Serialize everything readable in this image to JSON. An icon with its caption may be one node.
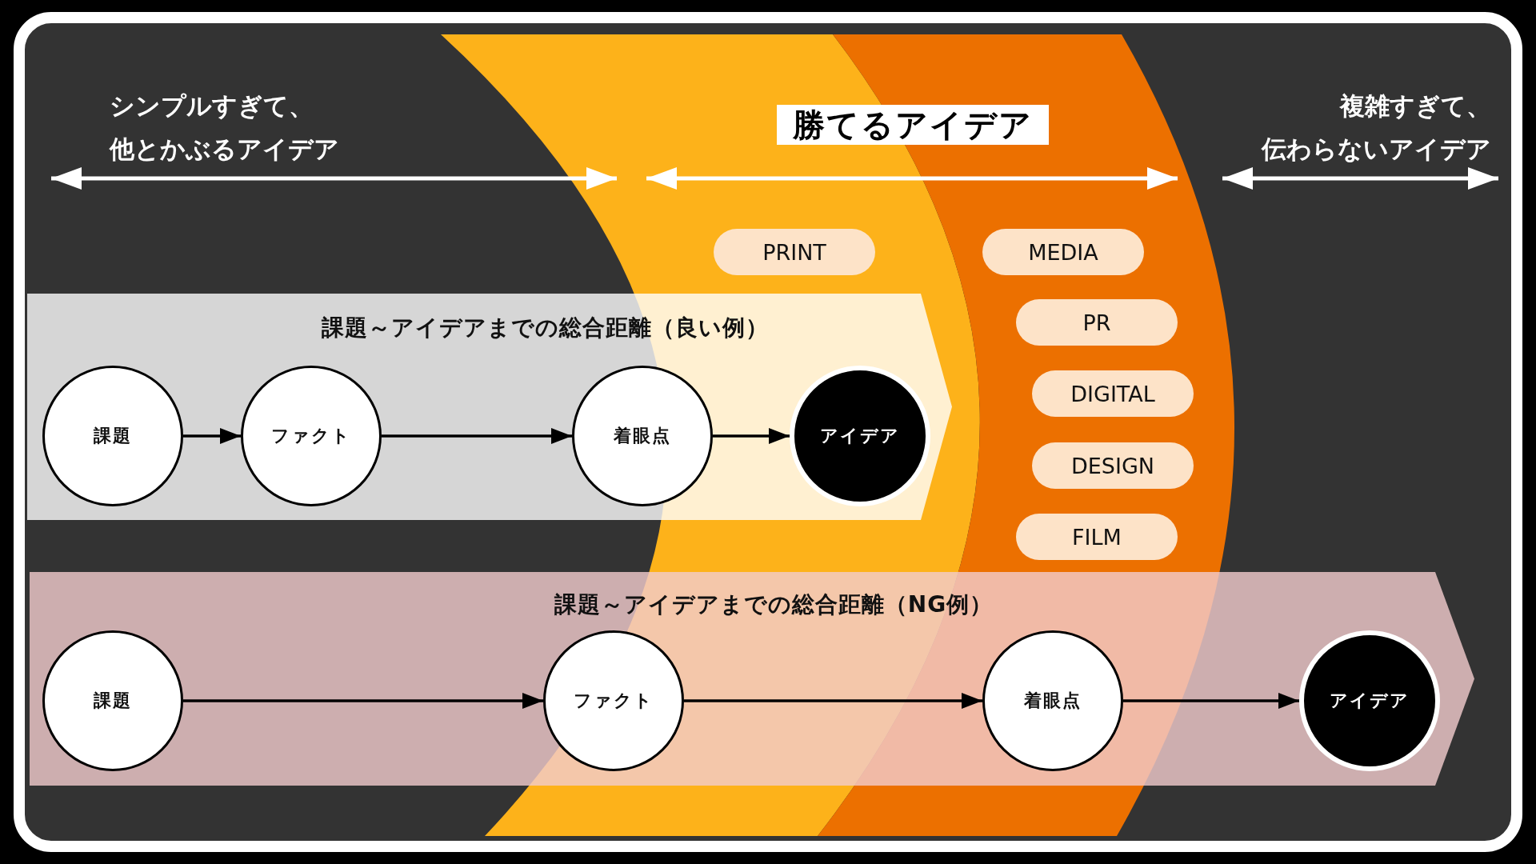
{
  "diagram": {
    "title": "勝てるアイデア",
    "nodes": [
      {
        "text": [
          "課題～アイデアまでの総合距離（良い例）"
        ]
      },
      {
        "text": [
          "課題"
        ],
        "in": 0
      },
      {
        "text": [
          "ファクト"
        ],
        "in": 0
      },
      {
        "text": [
          "着眼点"
        ],
        "in": 0
      },
      {
        "text": [
          "アイデア"
        ],
        "in": 0
      },
      {
        "text": [
          "課題～アイデアまでの総合距離（NG例）"
        ]
      },
      {
        "text": [
          "課題"
        ],
        "in": 5
      },
      {
        "text": [
          "ファクト"
        ],
        "in": 5
      },
      {
        "text": [
          "着眼点"
        ],
        "in": 5
      },
      {
        "text": [
          "アイデア"
        ],
        "in": 5
      },
      {
        "text": [
          "PRINT"
        ]
      },
      {
        "text": [
          "MEDIA"
        ]
      },
      {
        "text": [
          "PR"
        ]
      },
      {
        "text": [
          "DIGITAL"
        ]
      },
      {
        "text": [
          "DESIGN"
        ]
      },
      {
        "text": [
          "FILM"
        ]
      }
    ],
    "edges": [
      {
        "from": 1,
        "to": 2,
        "arrow": "to"
      },
      {
        "from": 2,
        "to": 3,
        "arrow": "to"
      },
      {
        "from": 3,
        "to": 4,
        "arrow": "to"
      },
      {
        "from": 6,
        "to": 7,
        "arrow": "to"
      },
      {
        "from": 7,
        "to": 8,
        "arrow": "to"
      },
      {
        "from": 8,
        "to": 9,
        "arrow": "to"
      }
    ],
    "labels": [
      "シンプルすぎて、他とかぶるアイデア",
      "複雑すぎて、伝わらないアイデア"
    ]
  }
}
